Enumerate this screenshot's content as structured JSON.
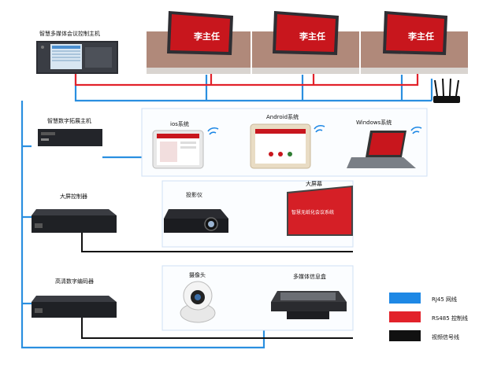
{
  "devices": {
    "main_host": "智慧多媒体会议控制主机",
    "splice_host": "智慧数字拓展主机",
    "big_screen_ctrl": "大屏控制器",
    "hd_encoder": "高清数字编码器",
    "projector": "投影仪",
    "big_screen": "大屏幕",
    "camera": "摄像头",
    "media_box": "多媒体信息盒"
  },
  "terminals": {
    "ios": "ios系统",
    "android": "Android系统",
    "windows": "Windows系统"
  },
  "nameplate_text": "李主任",
  "big_screen_text": "智慧无纸化会议系统",
  "legend": [
    {
      "label": "RJ45 网线",
      "color": "#1e88e5"
    },
    {
      "label": "RS485 控制线",
      "color": "#e2222a"
    },
    {
      "label": "视频信号线",
      "color": "#111111"
    }
  ],
  "colors": {
    "network": "#2a8fe0",
    "control": "#e2222a",
    "video": "#111111",
    "panel_border": "#cfe0f4"
  }
}
